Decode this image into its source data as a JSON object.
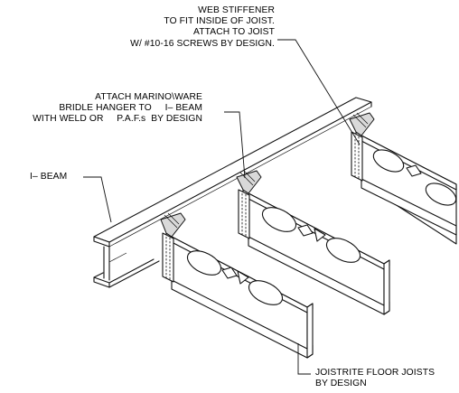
{
  "callouts": {
    "web_stiffener": [
      "WEB STIFFENER",
      "TO FIT INSIDE OF JOIST.",
      "ATTACH TO JOIST",
      "W/ #10-16 SCREWS BY DESIGN."
    ],
    "bridle_hanger": [
      "ATTACH MARINO\\WARE",
      "BRIDLE HANGER TO     I– BEAM",
      "WITH WELD OR     P.A.F.s  BY DESIGN"
    ],
    "i_beam": [
      "I– BEAM"
    ],
    "floor_joists": [
      "JOISTRITE FLOOR JOISTS",
      "BY DESIGN"
    ]
  }
}
